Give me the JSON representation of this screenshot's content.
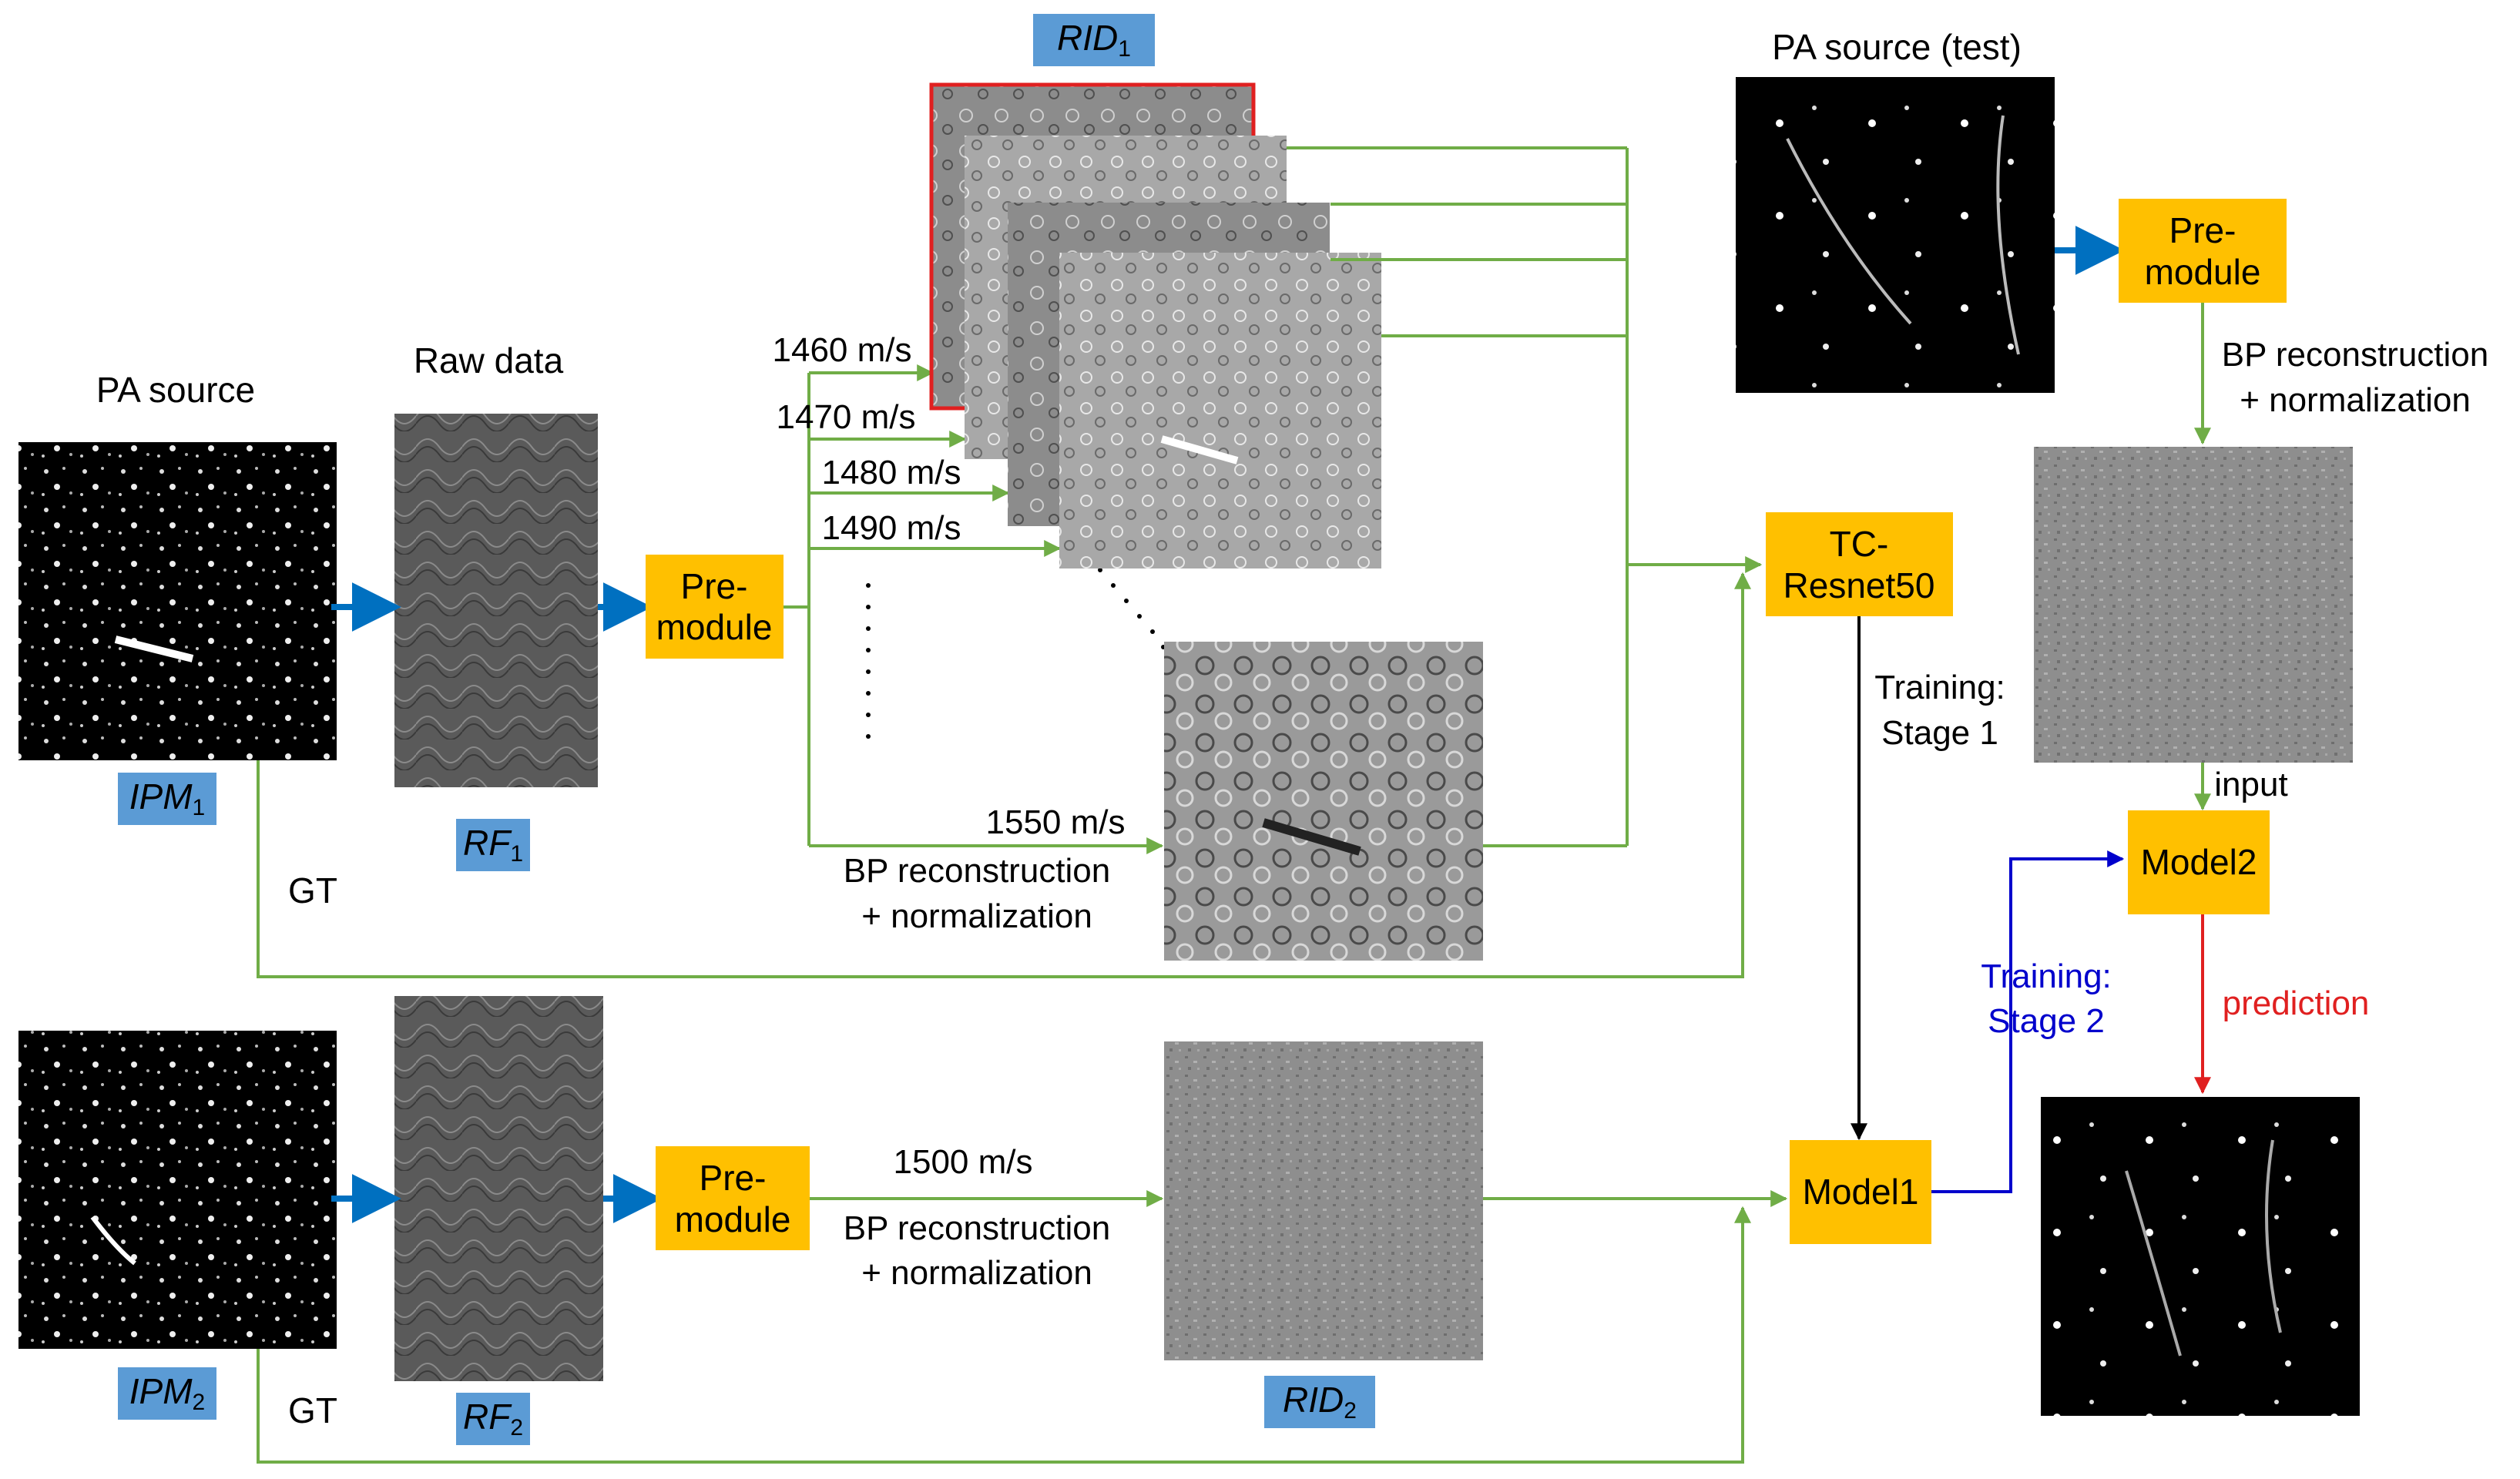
{
  "top": {
    "pa_source_label": "PA source",
    "raw_data_label": "Raw data",
    "ipm_tag": "IPM",
    "ipm_sub": "1",
    "rf_tag": "RF",
    "rf_sub": "1",
    "gt_label": "GT",
    "premodule_line1": "Pre-",
    "premodule_line2": "module",
    "rid_tag": "RID",
    "rid_sub": "1",
    "speeds": [
      "1460 m/s",
      "1470 m/s",
      "1480 m/s",
      "1490 m/s"
    ],
    "speed_last": "1550 m/s",
    "bp_line1": "BP reconstruction",
    "bp_line2": "+ normalization"
  },
  "bottom": {
    "ipm_tag": "IPM",
    "ipm_sub": "2",
    "rf_tag": "RF",
    "rf_sub": "2",
    "gt_label": "GT",
    "premodule_line1": "Pre-",
    "premodule_line2": "module",
    "speed": "1500 m/s",
    "bp_line1": "BP reconstruction",
    "bp_line2": "+ normalization",
    "rid_tag": "RID",
    "rid_sub": "2"
  },
  "middle": {
    "tc_line1": "TC-",
    "tc_line2": "Resnet50",
    "stage1_line1": "Training:",
    "stage1_line2": "Stage 1",
    "model1": "Model1",
    "stage2_line1": "Training:",
    "stage2_line2": "Stage 2"
  },
  "right": {
    "test_label": "PA source (test)",
    "premodule_line1": "Pre-",
    "premodule_line2": "module",
    "bp_line1": "BP reconstruction",
    "bp_line2": "+ normalization",
    "input_label": "input",
    "model2": "Model2",
    "prediction_label": "prediction"
  },
  "colors": {
    "module_box": "#FFC000",
    "tag_box": "#5B9BD5",
    "flow_green": "#70AD47",
    "thick_arrow_blue": "#0070C0",
    "stage2_blue": "#0000CC",
    "prediction_red": "#E02020",
    "highlight_border": "#E02020"
  }
}
